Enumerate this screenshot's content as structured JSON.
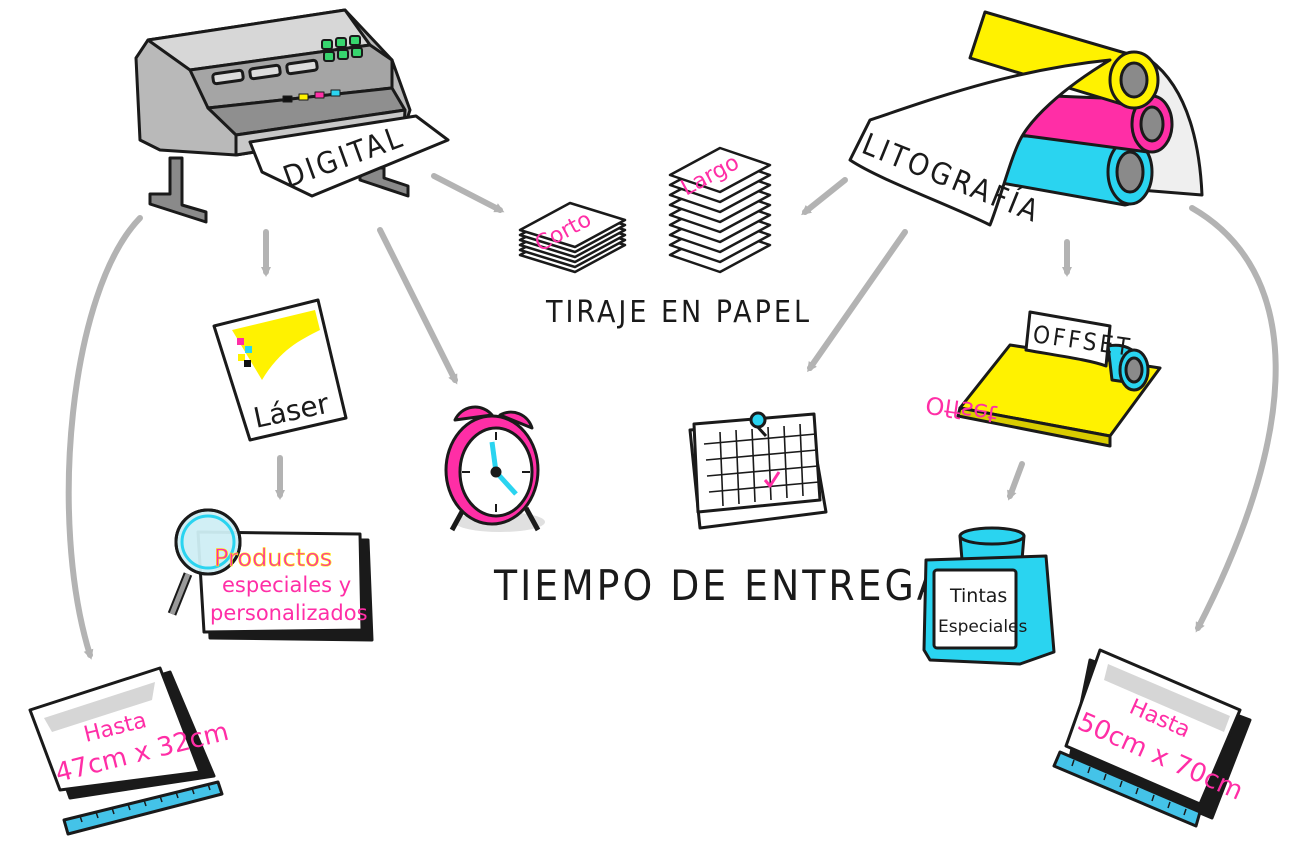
{
  "digital_label": "DIGITAL",
  "litografia_label": "LITOGRAFÍA",
  "tiraje": {
    "title": "TIRAJE EN PAPEL",
    "corto": "Corto",
    "largo": "Largo"
  },
  "tiempo": {
    "title": "TIEMPO DE ENTREGA"
  },
  "laser_label": "Láser",
  "productos_label": {
    "line1": "Productos",
    "line2": "especiales y",
    "line3": "personalizados"
  },
  "offset": {
    "title": "OFFSET",
    "plate_text": "Offset"
  },
  "tintas_label": {
    "line1": "Tintas",
    "line2": "Especiales"
  },
  "size_left": {
    "line1": "Hasta",
    "line2": "47cm x 32cm"
  },
  "size_right": {
    "line1": "Hasta",
    "line2": "50cm x 70cm"
  },
  "colors": {
    "magenta": "#ff2ea6",
    "yellow": "#fff200",
    "cyan": "#2ad4f0",
    "gray": "#b7b7b7",
    "outline": "#1a1a1a",
    "ruler": "#44c3e8"
  }
}
